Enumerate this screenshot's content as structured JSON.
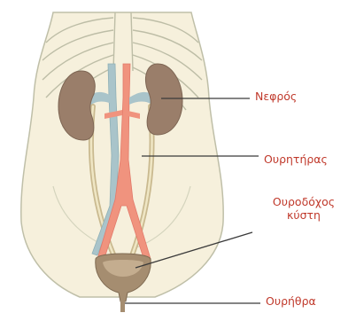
{
  "labels": {
    "kidney": "Νεφρός",
    "ureter": "Ουρητήρας",
    "bladder_line1": "Ουροδόχος",
    "bladder_line2": "κύστη",
    "urethra": "Ουρήθρα"
  },
  "colors": {
    "skin": "#f6f0dc",
    "outline": "#bfbfa8",
    "kidney": "#9a7e6a",
    "vein": "#a9c4ca",
    "artery": "#f0937e",
    "bladder": "#a58d70",
    "leader": "#3a3a3a",
    "label": "#c0392b"
  }
}
